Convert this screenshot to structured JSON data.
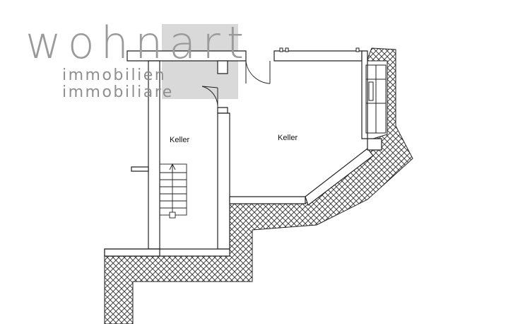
{
  "logo": {
    "word": "wohnart",
    "line1": "immobilien",
    "line2": "immobiliare",
    "color": "#9a9a9a",
    "highlight_color": "#d9d9d9"
  },
  "rooms": [
    {
      "label": "Keller"
    },
    {
      "label": "Keller"
    }
  ],
  "colors": {
    "wall_fill": "#ffffff",
    "wall_line": "#222222",
    "earth_hatch": "#333333",
    "background": "#ffffff"
  }
}
